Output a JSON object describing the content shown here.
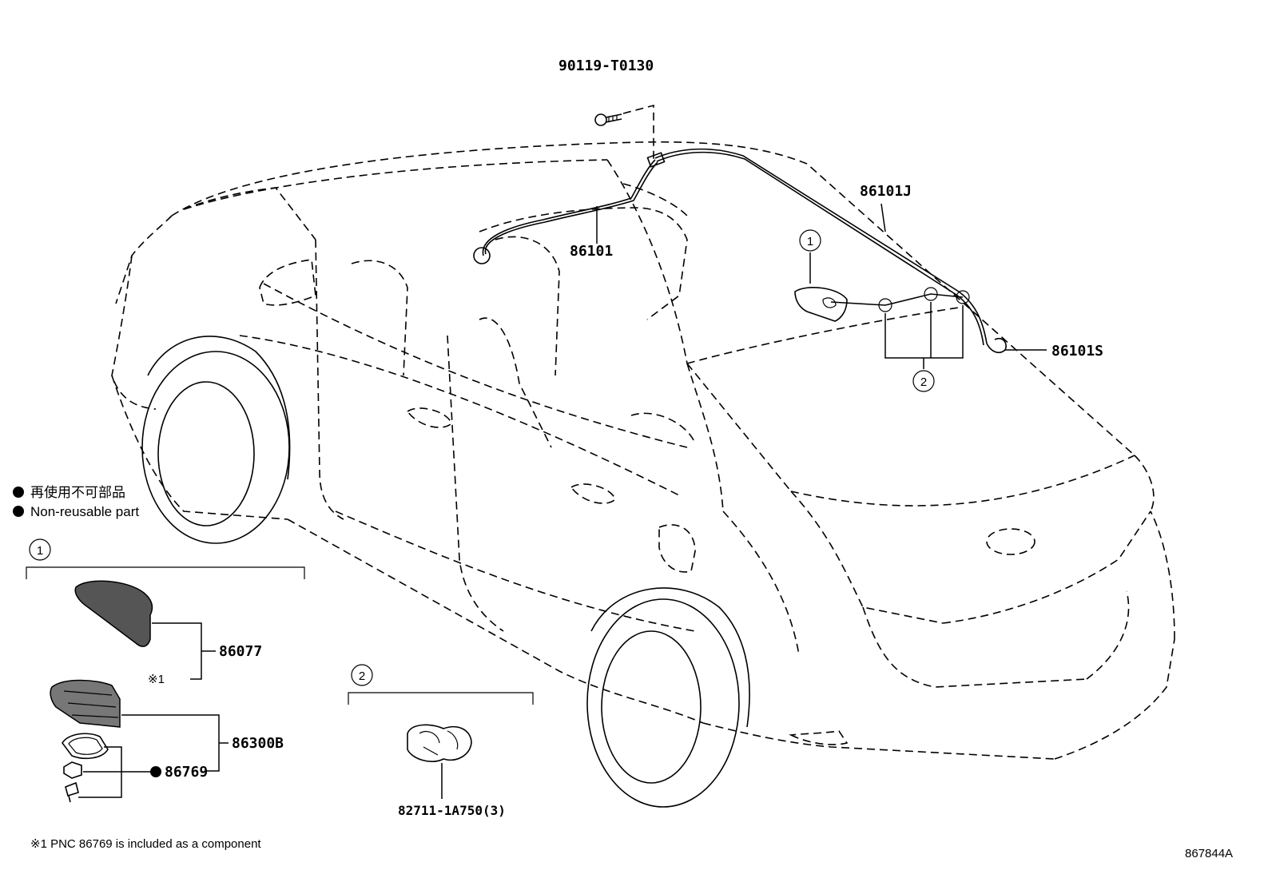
{
  "legend": {
    "jp_label": "再使用不可部品",
    "en_label": "Non-reusable part"
  },
  "callouts": {
    "bolt": "90119-T0130",
    "antenna_cord_front": "86101",
    "antenna_cord_roof": "86101J",
    "antenna_cord_s": "86101S",
    "antenna_cover": "86077",
    "antenna_assy": "86300B",
    "gasket": "86769",
    "clip": "82711-1A750(3)"
  },
  "markers": {
    "one": "1",
    "two": "2",
    "star1": "※1"
  },
  "footnote": "※1 PNC 86769 is included as a component",
  "diagram_id": "867844A"
}
